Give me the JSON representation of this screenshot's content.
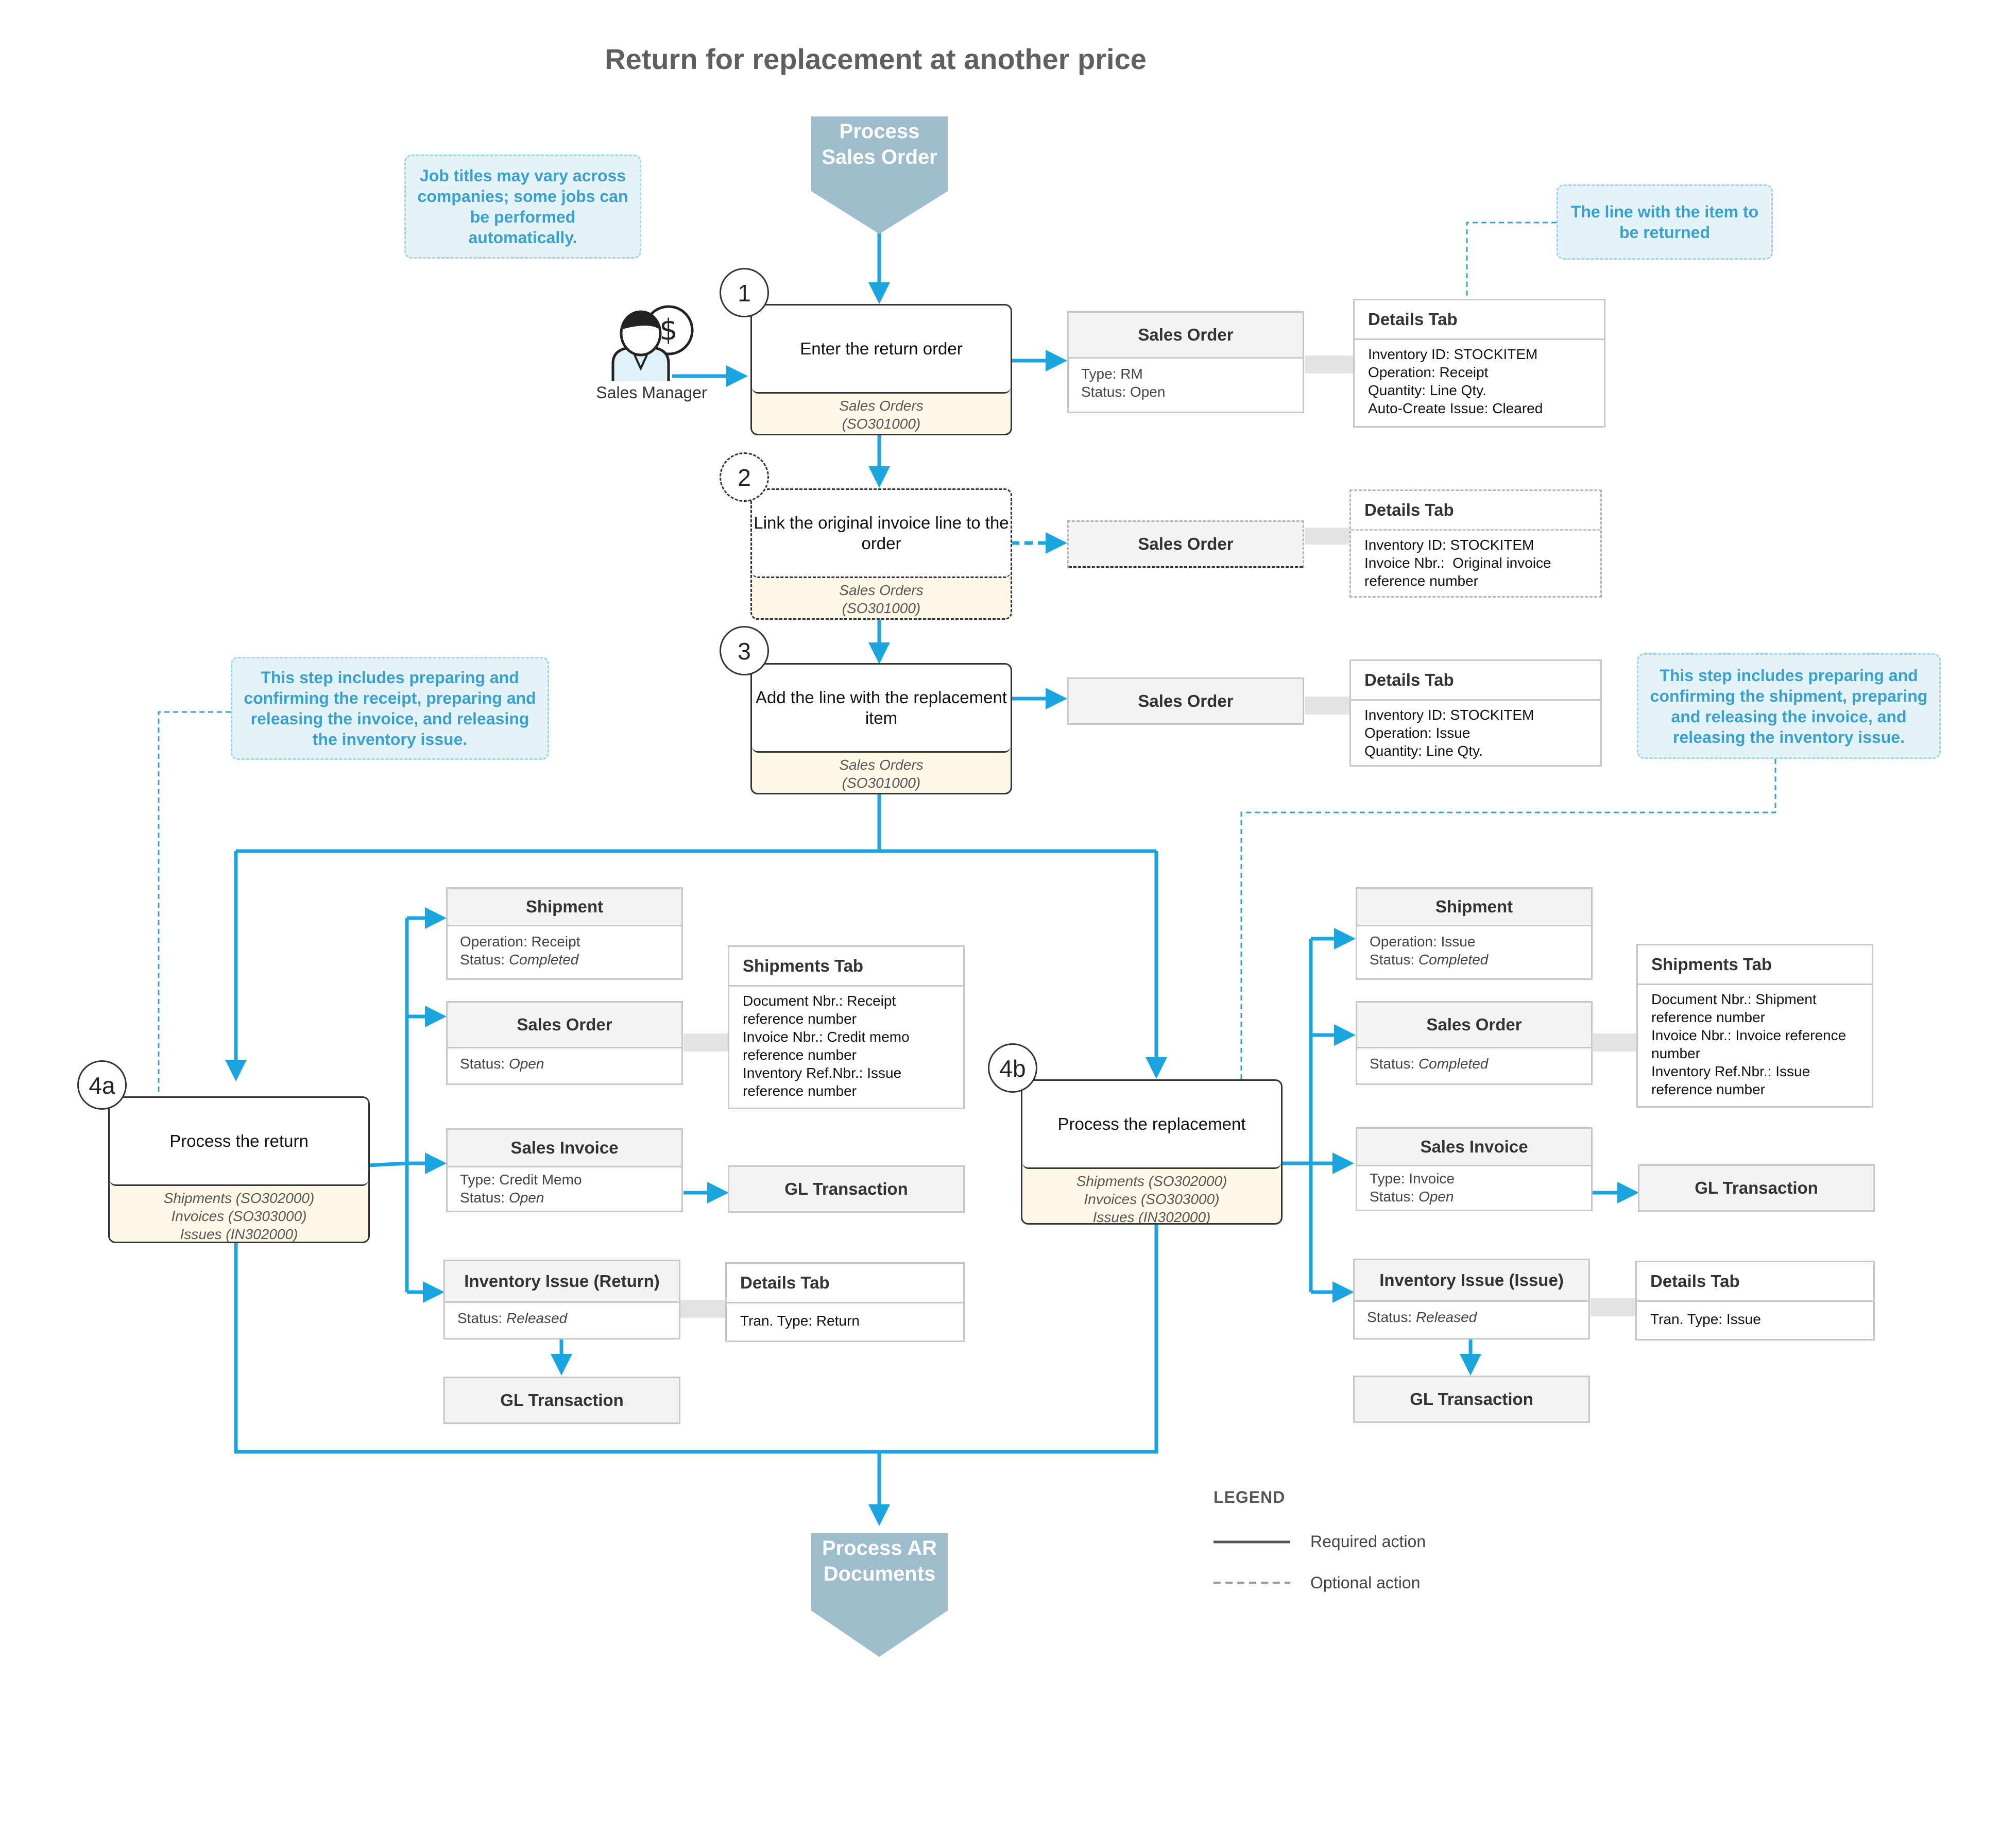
{
  "title": "Return for replacement at another price",
  "start_node": "Process Sales Order",
  "end_node": "Process AR Documents",
  "notes": {
    "job_titles": "Job titles may vary across companies; some jobs can be performed automatically.",
    "line_returned": "The line with the item to be returned",
    "step4a_note": "This step includes preparing and confirming the receipt, preparing and releasing the invoice, and releasing the inventory issue.",
    "step4b_note": "This step includes preparing and confirming the shipment, preparing and releasing the invoice, and releasing the inventory issue."
  },
  "actor": {
    "icon": "sales-manager-icon",
    "label": "Sales Manager"
  },
  "steps": {
    "s1": {
      "number": "1",
      "text": "Enter the return order",
      "forms": [
        "Sales Orders",
        "(SO301000)"
      ],
      "optional": false
    },
    "s2": {
      "number": "2",
      "text": "Link the original invoice line to the order",
      "forms": [
        "Sales Orders",
        "(SO301000)"
      ],
      "optional": true
    },
    "s3": {
      "number": "3",
      "text": "Add the line with the replacement item",
      "forms": [
        "Sales Orders",
        "(SO301000)"
      ],
      "optional": false
    },
    "s4a": {
      "number": "4a",
      "text": "Process the return",
      "forms": [
        "Shipments (SO302000)",
        "Invoices (SO303000)",
        "Issues (IN302000)"
      ],
      "optional": false
    },
    "s4b": {
      "number": "4b",
      "text": "Process the replacement",
      "forms": [
        "Shipments (SO302000)",
        "Invoices (SO303000)",
        "Issues (IN302000)"
      ],
      "optional": false
    }
  },
  "entities": {
    "so1": {
      "title": "Sales Order",
      "fields": [
        [
          "Type: ",
          "RM"
        ],
        [
          "Status: ",
          "Open"
        ]
      ]
    },
    "so2": {
      "title": "Sales Order"
    },
    "so3": {
      "title": "Sales Order"
    },
    "a_ship": {
      "title": "Shipment",
      "fields": [
        [
          "Operation: ",
          "Receipt"
        ],
        [
          "Status: ",
          "Completed"
        ]
      ]
    },
    "a_so": {
      "title": "Sales Order",
      "fields": [
        [
          "Status: ",
          "Open"
        ]
      ]
    },
    "a_inv": {
      "title": "Sales Invoice",
      "fields": [
        [
          "Type: ",
          "Credit Memo"
        ],
        [
          "Status: ",
          "Open"
        ]
      ]
    },
    "a_gl1": {
      "title": "GL Transaction"
    },
    "a_iss": {
      "title": "Inventory Issue (Return)",
      "fields": [
        [
          "Status: ",
          "Released"
        ]
      ]
    },
    "a_gl2": {
      "title": "GL Transaction"
    },
    "b_ship": {
      "title": "Shipment",
      "fields": [
        [
          "Operation: ",
          "Issue"
        ],
        [
          "Status: ",
          "Completed"
        ]
      ]
    },
    "b_so": {
      "title": "Sales Order",
      "fields": [
        [
          "Status: ",
          "Completed"
        ]
      ]
    },
    "b_inv": {
      "title": "Sales Invoice",
      "fields": [
        [
          "Type: ",
          "Invoice"
        ],
        [
          "Status: ",
          "Open"
        ]
      ]
    },
    "b_gl1": {
      "title": "GL Transaction"
    },
    "b_iss": {
      "title": "Inventory Issue (Issue)",
      "fields": [
        [
          "Status: ",
          "Released"
        ]
      ]
    },
    "b_gl2": {
      "title": "GL Transaction"
    }
  },
  "tabs": {
    "t1": {
      "title": "Details Tab",
      "lines": [
        "Inventory ID: STOCKITEM",
        "Operation: Receipt",
        "Quantity: Line Qty.",
        "Auto-Create Issue: Cleared"
      ]
    },
    "t2": {
      "title": "Details Tab",
      "lines": [
        "Inventory ID: STOCKITEM",
        "Invoice Nbr.:  Original invoice",
        "reference number"
      ]
    },
    "t3": {
      "title": "Details Tab",
      "lines": [
        "Inventory ID: STOCKITEM",
        "Operation: Issue",
        "Quantity: Line Qty."
      ]
    },
    "a_shiptab": {
      "title": "Shipments Tab",
      "lines": [
        "Document Nbr.: Receipt",
        "reference number",
        "Invoice Nbr.: Credit memo",
        "reference number",
        "Inventory Ref.Nbr.: Issue",
        "reference number"
      ]
    },
    "a_dettab": {
      "title": "Details Tab",
      "lines": [
        "Tran. Type: Return"
      ]
    },
    "b_shiptab": {
      "title": "Shipments Tab",
      "lines": [
        "Document Nbr.: Shipment",
        "reference number",
        "Invoice Nbr.: Invoice reference",
        "number",
        "Inventory Ref.Nbr.: Issue",
        "reference number"
      ]
    },
    "b_dettab": {
      "title": "Details Tab",
      "lines": [
        "Tran. Type: Issue"
      ]
    }
  },
  "legend": {
    "title": "LEGEND",
    "required": "Required action",
    "optional": "Optional action"
  },
  "colors": {
    "accent": "#1aa5e0",
    "chevron": "#9dbccc",
    "note_bg": "#e3f3f8",
    "note_text": "#3aa0d0",
    "form_bg": "#fff8e6"
  }
}
